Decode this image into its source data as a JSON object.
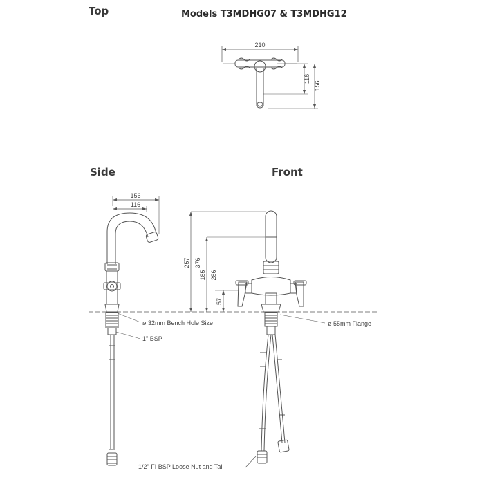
{
  "headings": {
    "top": "Top",
    "models": "Models T3MDHG07 & T3MDHG12",
    "side": "Side",
    "front": "Front"
  },
  "dimensions": {
    "top_width": "210",
    "top_depth_inner": "116",
    "top_depth_outer": "156",
    "side_reach_outer": "156",
    "side_reach_inner": "116",
    "front_257": "257",
    "front_376": "376",
    "front_185": "185",
    "front_286": "286",
    "front_57": "57"
  },
  "callouts": {
    "bench_hole": "ø  32mm Bench Hole Size",
    "bsp": "1\" BSP",
    "flange": "ø  55mm Flange",
    "loose_nut": "1/2\" FI BSP Loose Nut and Tail"
  }
}
